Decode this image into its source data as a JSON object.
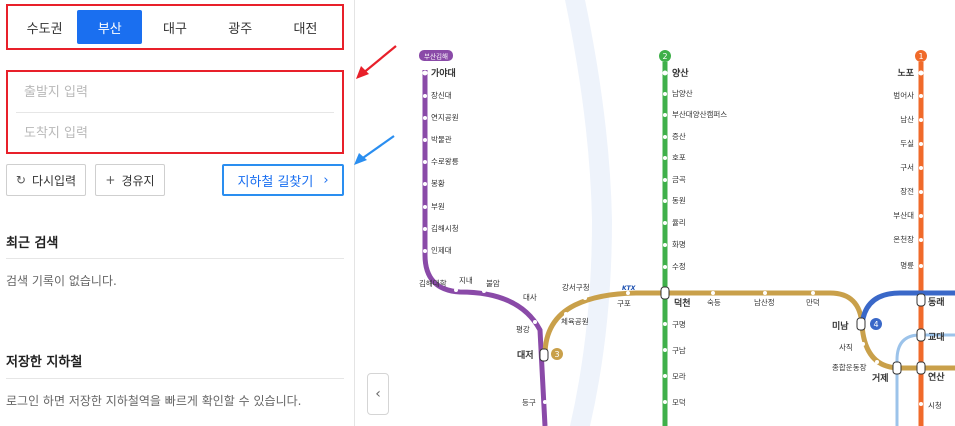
{
  "regions": [
    "수도권",
    "부산",
    "대구",
    "광주",
    "대전"
  ],
  "region_active_index": 1,
  "inputs": {
    "departure_placeholder": "출발지 입력",
    "arrival_placeholder": "도착지 입력"
  },
  "buttons": {
    "reset_label": "다시입력",
    "via_label": "경유지",
    "search_label": "지하철 길찾기"
  },
  "recent": {
    "title": "최근 검색",
    "empty": "검색 기록이 없습니다."
  },
  "saved": {
    "title": "저장한 지하철",
    "message": "로그인 하면 저장한 지하철역을 빠르게 확인할 수 있습니다."
  },
  "colors": {
    "accent": "#1a6ff0",
    "annotation_red": "#e8202a",
    "annotation_blue": "#2a8ef0",
    "line1": "#f06a2a",
    "line2": "#3fb04a",
    "line3": "#c9a04a",
    "line4": "#3a68c8",
    "busan_gimhae": "#8a4aa8"
  },
  "map": {
    "badges": {
      "busan_gimhae": "부산김해",
      "line2": "2",
      "line1": "1",
      "line3": "3",
      "line4": "4",
      "ktx": "KTX"
    },
    "purple_stations": [
      "가야대",
      "장신대",
      "연지공원",
      "박물관",
      "수로왕릉",
      "봉황",
      "부원",
      "김해시청",
      "인제대",
      "김해대학",
      "지내",
      "불암",
      "대사",
      "평강",
      "대저",
      "등구"
    ],
    "green_stations": [
      "양산",
      "남양산",
      "부산대양산캠퍼스",
      "증산",
      "호포",
      "금곡",
      "동원",
      "율리",
      "화명",
      "수정",
      "덕천",
      "구명",
      "구남",
      "모라",
      "모덕"
    ],
    "orange_stations": [
      "노포",
      "범어사",
      "남산",
      "두실",
      "구서",
      "장전",
      "부산대",
      "온천장",
      "명륜",
      "동래",
      "교대",
      "연산",
      "시청"
    ],
    "gold_stations": [
      "강서구청",
      "체육공원",
      "구포",
      "숙등",
      "남산정",
      "만덕",
      "미남",
      "사직",
      "종합운동장",
      "거제"
    ]
  }
}
